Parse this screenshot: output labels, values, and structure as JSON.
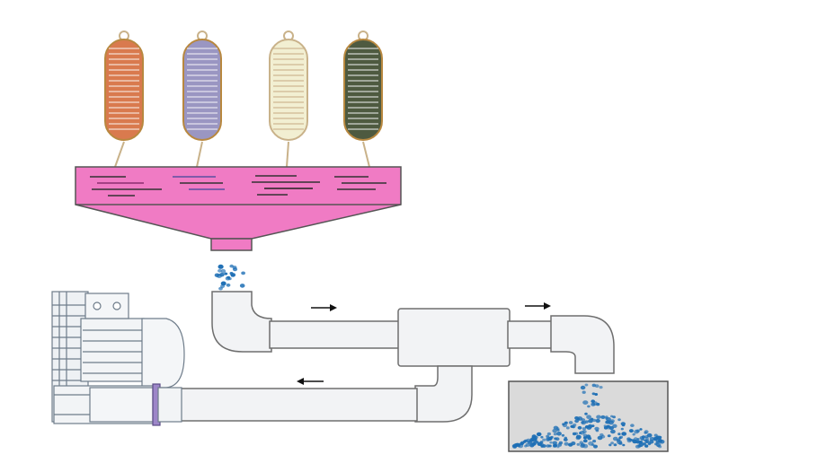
{
  "diagram": {
    "description_text": "",
    "filter_bags": [
      {
        "id": "bag-orange",
        "color": "#D97A4E"
      },
      {
        "id": "bag-lavender",
        "color": "#9A96C2"
      },
      {
        "id": "bag-cream",
        "color": "#F2EFD2"
      },
      {
        "id": "bag-olive",
        "color": "#4E5A40"
      }
    ],
    "hopper": {
      "color": "#F07BC4"
    },
    "pipe_color": "#F2F3F5",
    "pipe_edge": "#6E6E6E",
    "pellet_color": "#1E6FB5",
    "flow_arrows": [
      {
        "id": "arrow-flow-1",
        "direction": "right"
      },
      {
        "id": "arrow-flow-2",
        "direction": "right"
      },
      {
        "id": "arrow-flow-3",
        "direction": "left"
      }
    ],
    "components": {
      "blower": "blower-motor",
      "collector": "collection-bin"
    }
  }
}
